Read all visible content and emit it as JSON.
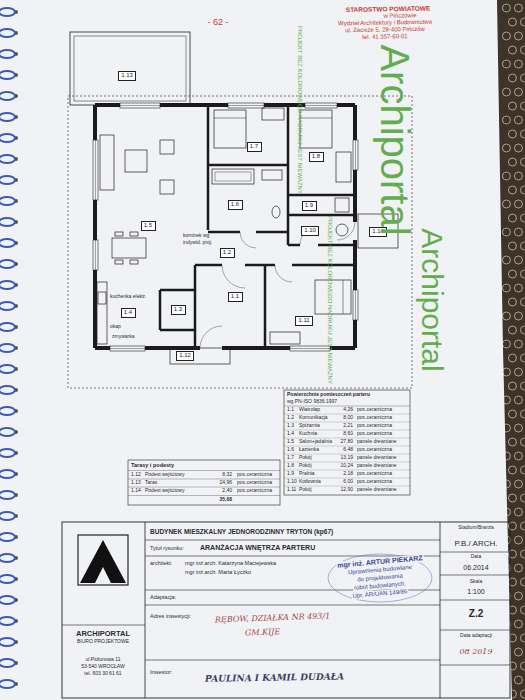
{
  "diagram": {
    "nodes": [
      {
        "text": [
          "1.13"
        ]
      },
      {
        "text": [
          "1.7"
        ]
      },
      {
        "text": [
          "1.8"
        ]
      },
      {
        "text": [
          "1.6"
        ]
      },
      {
        "text": [
          "1.9"
        ]
      },
      {
        "text": [
          "1.5"
        ]
      },
      {
        "text": [
          "1.10"
        ]
      },
      {
        "text": [
          "1.2"
        ]
      },
      {
        "text": [
          "1.14"
        ]
      },
      {
        "text": [
          "1.4"
        ]
      },
      {
        "text": [
          "1.3"
        ]
      },
      {
        "text": [
          "1.1"
        ]
      },
      {
        "text": [
          "1.11"
        ]
      },
      {
        "text": [
          "1.12"
        ]
      }
    ],
    "labels": [
      "- 62 -",
      "STAROSTWO POWIATOWE",
      "w Pińczowie",
      "Wydział Architektury i Budownictwa",
      "ul. Zacisze 5, 28-400 Pińczów",
      "tel. 41 357-60-01",
      "Archiportal",
      "Archiportal",
      "PROJEKT BEZ KOLOROWEGO NADRUKU JEST NIEWAŻNY",
      "PROJEKT BEZ KOLOROWEGO NADRUKU JEST NIEWAŻNY",
      "kominek wg",
      "indywid. proj.",
      "kuchenka elektr.",
      "okap",
      "zmywarka",
      "Tarasy i podesty",
      "1.12",
      "Podest wejściowy",
      "8,32",
      "pos.ceramiczna",
      "1.13",
      "Taras",
      "24,96",
      "pos.ceramiczna",
      "1.14",
      "Podest wejściowy",
      "2,40",
      "pos.ceramiczna",
      "35,68",
      "Powierzchnie pomieszczeń parteru",
      "wg PN-ISO 9836:1997",
      "1.1",
      "Wiatrołap",
      "4,26",
      "pos.ceramiczna",
      "1.2",
      "Komunikacja",
      "8,00",
      "pos.ceramiczna",
      "1.3",
      "Spiżarnia",
      "2,21",
      "pos.ceramiczna",
      "1.4",
      "Kuchnia",
      "8,60",
      "pos.ceramiczna",
      "1.5",
      "Salon+jadalnia",
      "27,80",
      "panele drewniane",
      "1.6",
      "Łazienka",
      "6,48",
      "pos.ceramiczna",
      "1.7",
      "Pokój",
      "13,19",
      "panele drewniane",
      "1.8",
      "Pokój",
      "10,24",
      "panele drewniane",
      "1.9",
      "Pralnia",
      "2,18",
      "pos.ceramiczna",
      "1.10",
      "Kotłownia",
      "6,00",
      "pos.ceramiczna",
      "1.11",
      "Pokój",
      "12,90",
      "panele drewniane",
      "BUDYNEK MIESZKALNY JEDNORODZINNY TRYTON (kp67)",
      "Tytuł rysunku:",
      "ARANŻACJA WNĘTRZA PARTERU",
      "architekt:",
      "mgr inż.arch. Katarzyna Maciejewska",
      "mgr inż.arch. Marta Łyczko",
      "Adaptacja:",
      "Adres inwestycji:",
      "RĘBOW, DZIAŁKA NR 493/1",
      "GM.KIJE",
      "Inwestor:",
      "PAULINA I KAMIL DUDAŁA",
      "Stadium/Branża",
      "P.B./ ARCH.",
      "Data",
      "06.2014",
      "Skala",
      "1:100",
      "Z.2",
      "Data adaptacji",
      "08 2019",
      "ARCHIPORTAL",
      "BIURO PROJEKTOWE",
      "ul.Piołunowa 11",
      "53-540 WROCŁAW",
      "tel. 603 30 61 61",
      "mgr inż. ARTUR PIEKARZ",
      "Uprawnienia budowlane",
      "do projektowania",
      "robót budowlanych.",
      "Upr. AR/UAN 149/86"
    ]
  }
}
